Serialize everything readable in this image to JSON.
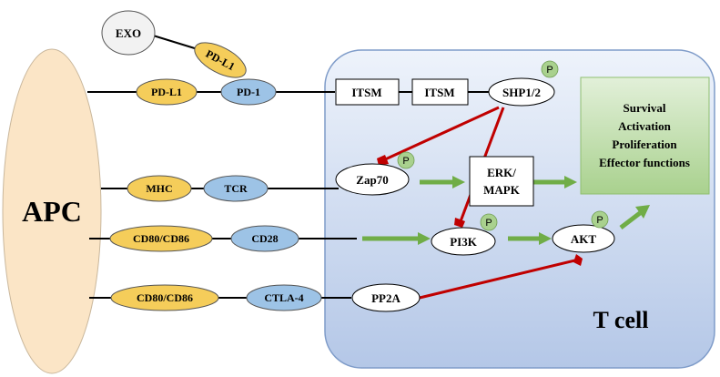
{
  "apc": {
    "label": "APC"
  },
  "tcell": {
    "label": "T cell"
  },
  "exo": {
    "label": "EXO"
  },
  "pdl1_exo": {
    "label": "PD-L1"
  },
  "rows": {
    "pd1_row": {
      "ligand": "PD-L1",
      "receptor": "PD-1"
    },
    "tcr_row": {
      "ligand": "MHC",
      "receptor": "TCR"
    },
    "cd28_row": {
      "ligand": "CD80/CD86",
      "receptor": "CD28"
    },
    "ctla4_row": {
      "ligand": "CD80/CD86",
      "receptor": "CTLA-4"
    }
  },
  "itsm": [
    "ITSM",
    "ITSM"
  ],
  "nodes": {
    "shp": "SHP1/2",
    "zap70": "Zap70",
    "erk_line1": "ERK/",
    "erk_line2": "MAPK",
    "pi3k": "PI3K",
    "akt": "AKT",
    "pp2a": "PP2A"
  },
  "phospho_label": "P",
  "outcomes": [
    "Survival",
    "Activation",
    "Proliferation",
    "Effector functions"
  ],
  "colors": {
    "ligand_fill": "#f5cd5a",
    "receptor_fill": "#9dc3e6",
    "activation_arrow": "#70ad47",
    "inhibition_arrow": "#c00000",
    "phospho_fill": "#a9d18e",
    "outcome_fill": "#a9d18e",
    "apc_fill": "#fbe5c6"
  }
}
